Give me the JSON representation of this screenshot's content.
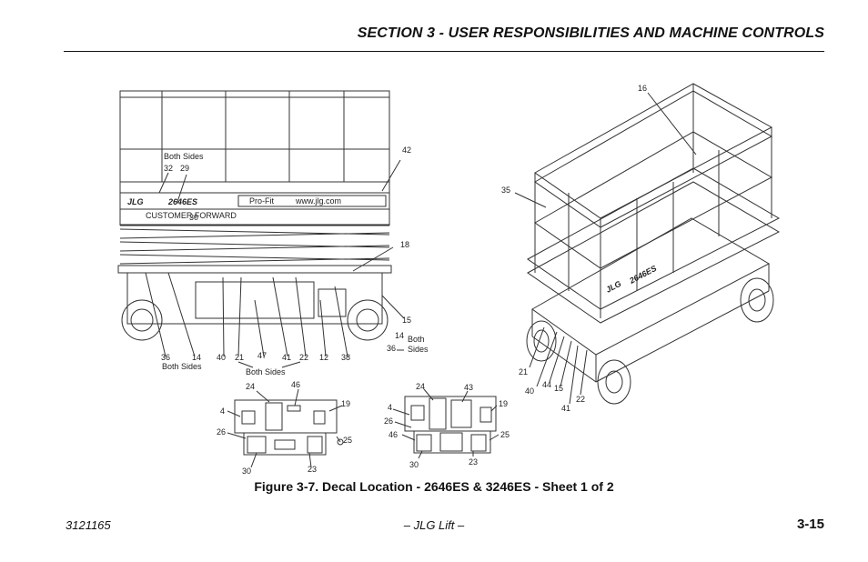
{
  "header": {
    "section_title": "SECTION 3 - USER RESPONSIBILITIES AND MACHINE CONTROLS"
  },
  "figure": {
    "caption": "Figure 3-7. Decal Location - 2646ES & 3246ES - Sheet 1 of 2",
    "side_view": {
      "decal_text": {
        "model": "2646ES",
        "brand_logo": "JLG",
        "website": "www.jlg.com",
        "brand_small": "Pro-Fit",
        "panel_text": "CUSTOMER FORWARD"
      },
      "callouts": {
        "c32": "32",
        "c29": "29",
        "both_sides_top": "Both Sides",
        "c30": "30",
        "c42": "42",
        "c18": "18",
        "c15": "15",
        "c14_right": "14",
        "both_small": "Both",
        "sides_small": "Sides",
        "c36_right": "36",
        "c36": "36",
        "c14": "14",
        "both_sides_left": "Both Sides",
        "c40": "40",
        "c21": "21",
        "c47": "47",
        "c41": "41",
        "c22": "22",
        "c12": "12",
        "c38": "38",
        "both_sides_bottom": "Both Sides"
      }
    },
    "iso_view": {
      "decal_text": {
        "model": "2646ES",
        "brand_logo": "JLG"
      },
      "callouts": {
        "c16": "16",
        "c35": "35",
        "c21": "21",
        "c40": "40",
        "c44": "44",
        "c15": "15",
        "c41": "41",
        "c22": "22"
      }
    },
    "panel_left": {
      "callouts": {
        "c24": "24",
        "c46": "46",
        "c4": "4",
        "c19": "19",
        "c26": "26",
        "c25": "25",
        "c30": "30",
        "c23": "23"
      }
    },
    "panel_right": {
      "callouts": {
        "c24": "24",
        "c43": "43",
        "c4": "4",
        "c19": "19",
        "c26": "26",
        "c46": "46",
        "c25": "25",
        "c30": "30",
        "c23": "23"
      }
    }
  },
  "footer": {
    "doc_number": "3121165",
    "publisher": "– JLG Lift –",
    "page_number": "3-15"
  }
}
